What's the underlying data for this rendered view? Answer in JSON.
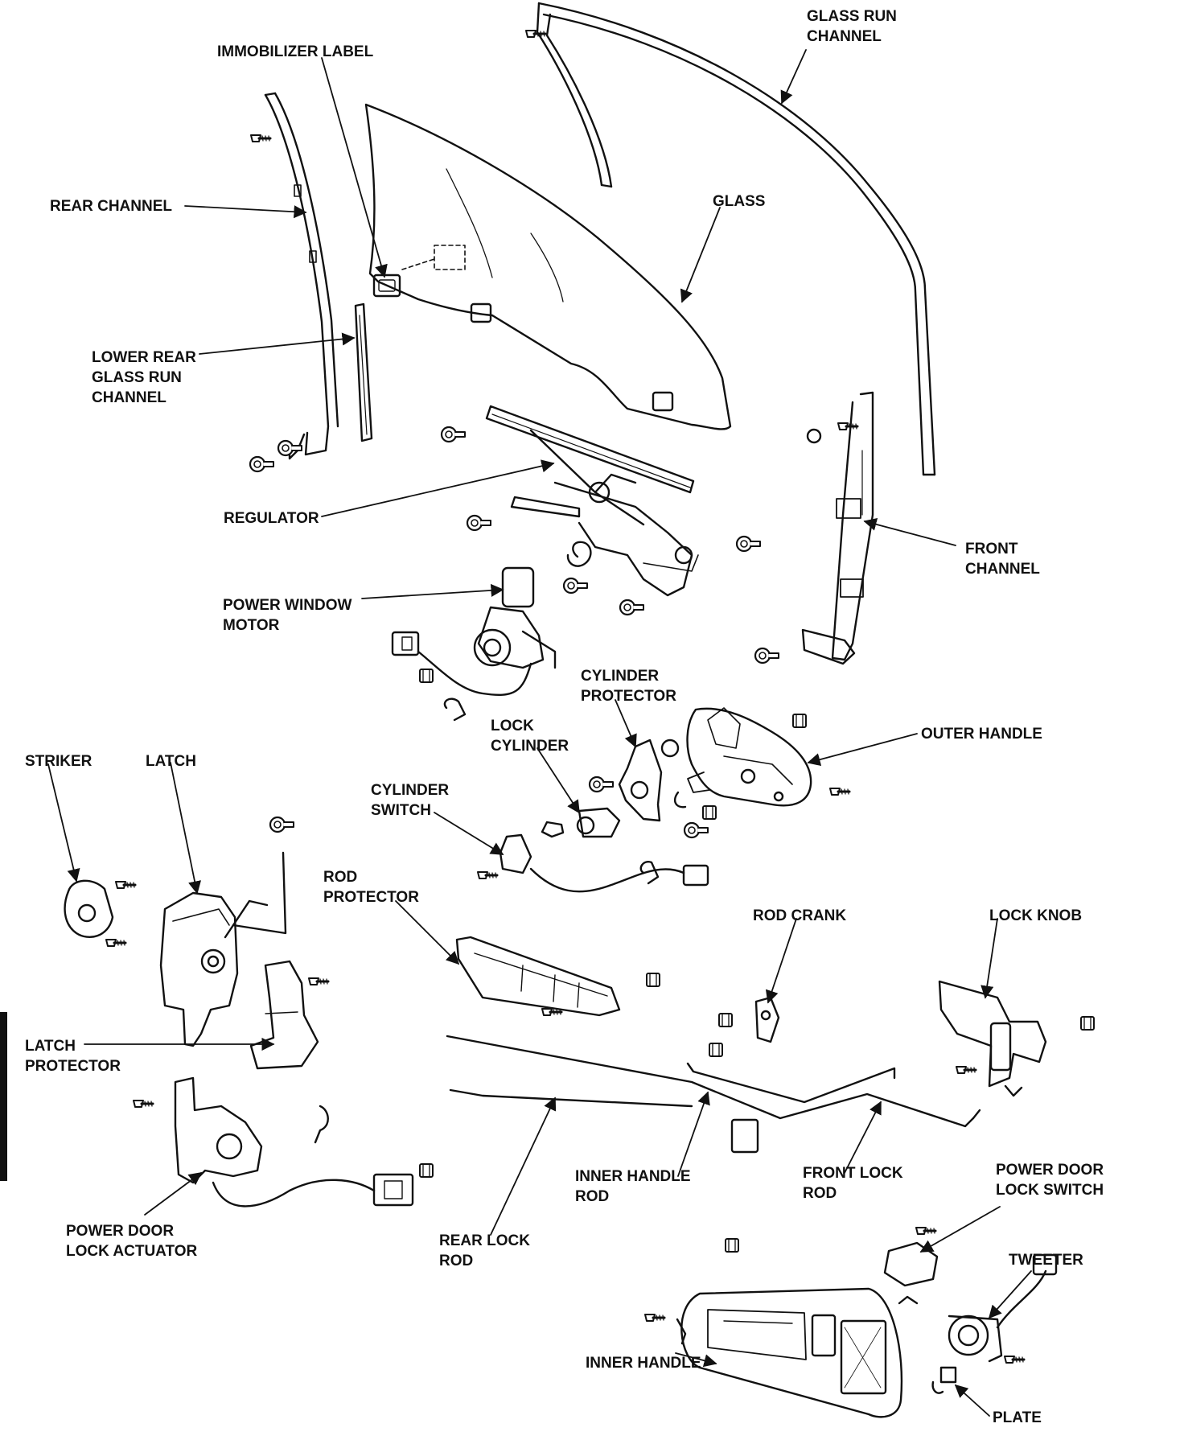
{
  "colors": {
    "ink": "#111111",
    "paper": "#ffffff"
  },
  "labels": {
    "glass_run_channel": [
      "GLASS RUN",
      "CHANNEL"
    ],
    "immobilizer_label": [
      "IMMOBILIZER LABEL"
    ],
    "rear_channel": [
      "REAR CHANNEL"
    ],
    "glass": [
      "GLASS"
    ],
    "lower_rear_glass_run_channel": [
      "LOWER REAR",
      "GLASS RUN",
      "CHANNEL"
    ],
    "regulator": [
      "REGULATOR"
    ],
    "front_channel": [
      "FRONT",
      "CHANNEL"
    ],
    "power_window_motor": [
      "POWER WINDOW",
      "MOTOR"
    ],
    "cylinder_protector": [
      "CYLINDER",
      "PROTECTOR"
    ],
    "outer_handle": [
      "OUTER HANDLE"
    ],
    "lock_cylinder": [
      "LOCK",
      "CYLINDER"
    ],
    "striker": [
      "STRIKER"
    ],
    "latch": [
      "LATCH"
    ],
    "cylinder_switch": [
      "CYLINDER",
      "SWITCH"
    ],
    "rod_protector": [
      "ROD",
      "PROTECTOR"
    ],
    "rod_crank": [
      "ROD CRANK"
    ],
    "lock_knob": [
      "LOCK KNOB"
    ],
    "latch_protector": [
      "LATCH",
      "PROTECTOR"
    ],
    "inner_handle_rod": [
      "INNER HANDLE",
      "ROD"
    ],
    "front_lock_rod": [
      "FRONT LOCK",
      "ROD"
    ],
    "power_door_lock_switch": [
      "POWER DOOR",
      "LOCK SWITCH"
    ],
    "power_door_lock_actuator": [
      "POWER DOOR",
      "LOCK ACTUATOR"
    ],
    "rear_lock_rod": [
      "REAR LOCK",
      "ROD"
    ],
    "tweeter": [
      "TWEETER"
    ],
    "inner_handle": [
      "INNER HANDLE"
    ],
    "plate": [
      "PLATE"
    ]
  }
}
